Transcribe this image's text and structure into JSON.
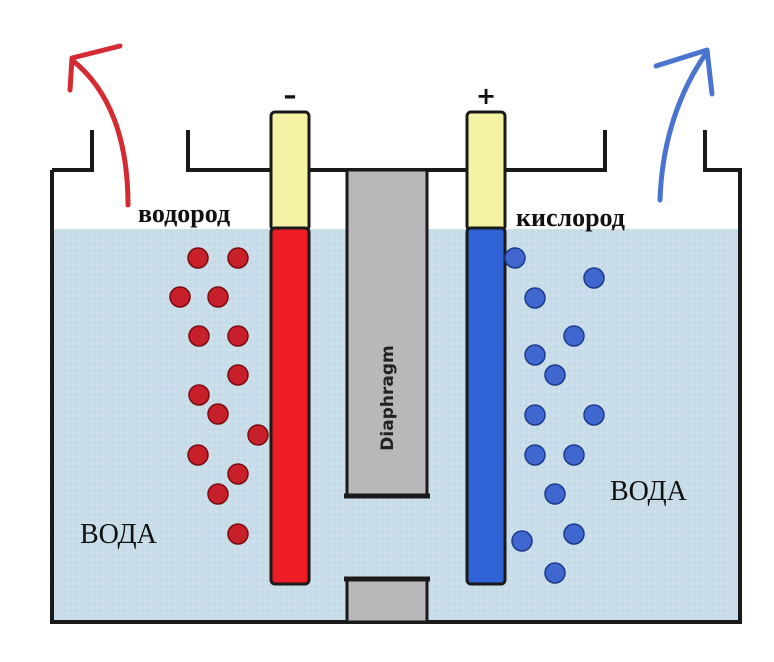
{
  "labels": {
    "hydrogen": "водород",
    "oxygen": "кислород",
    "water_left": "ВОДА",
    "water_right": "ВОДА",
    "diaphragm": "Diaphragm",
    "cathode_sign": "–",
    "anode_sign": "+"
  },
  "colors": {
    "water": "#c9dde9",
    "cathode": "#ee1c25",
    "anode": "#2f63d6",
    "electrode_cap": "#f4f2a3",
    "diaphragm": "#b9b7b9",
    "hydrogen_bubble": "#c8202a",
    "oxygen_bubble": "#3f67cf",
    "arrow_left": "#d42a32",
    "arrow_right": "#4a74d0",
    "outline": "#1a1a1a"
  },
  "icons": {
    "hydrogen_arrow": "curved-up-arrow-icon",
    "oxygen_arrow": "curved-up-arrow-icon"
  }
}
